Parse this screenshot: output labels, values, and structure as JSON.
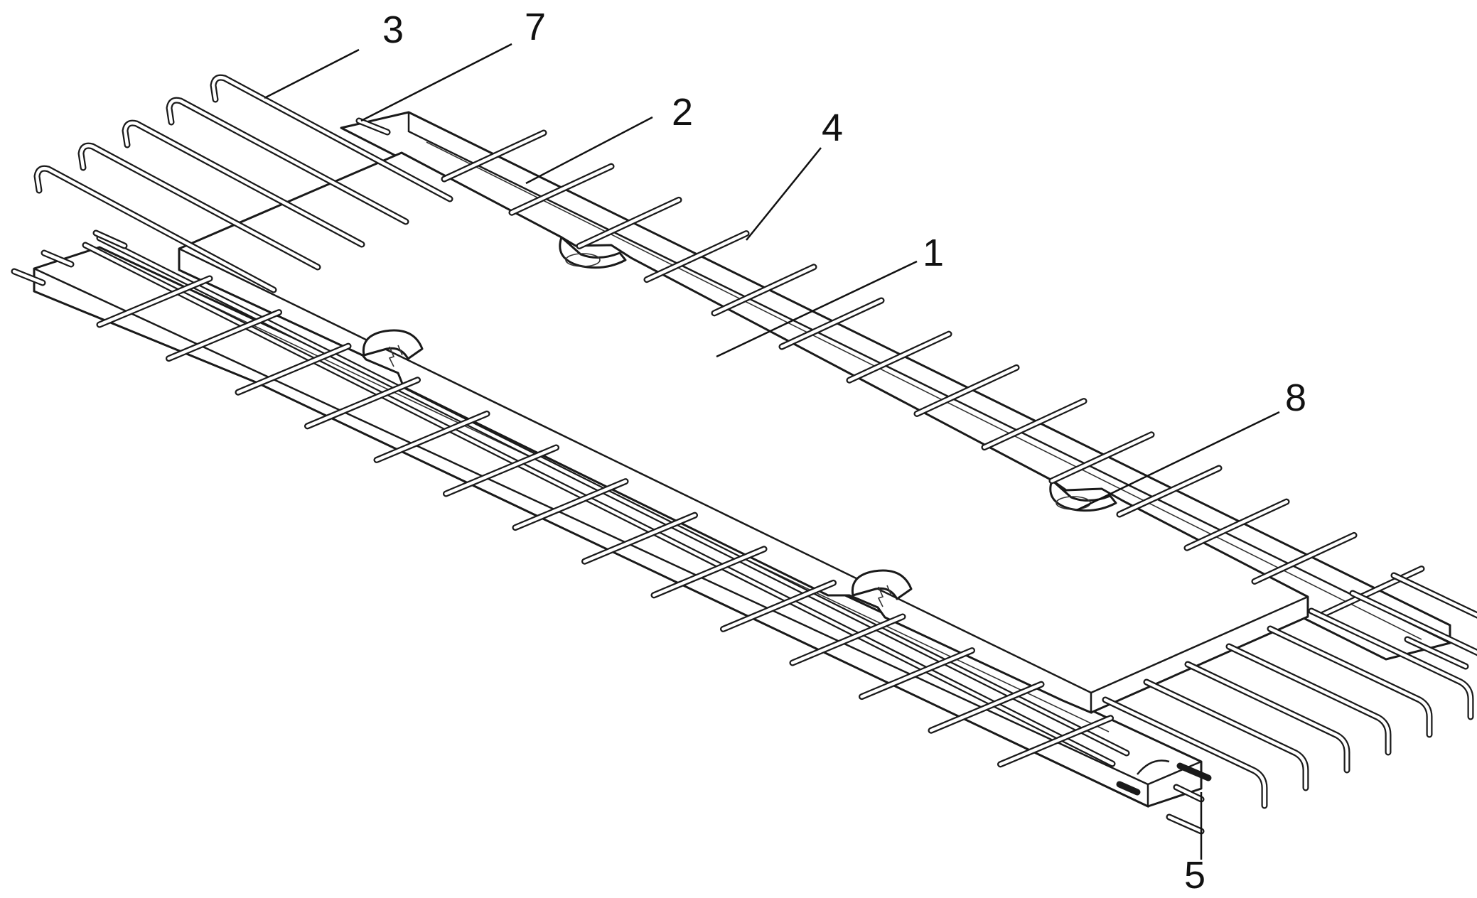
{
  "figure": {
    "callouts": [
      {
        "id": "label-1",
        "text": "1"
      },
      {
        "id": "label-2",
        "text": "2"
      },
      {
        "id": "label-3",
        "text": "3"
      },
      {
        "id": "label-4",
        "text": "4"
      },
      {
        "id": "label-5",
        "text": "5"
      },
      {
        "id": "label-7",
        "text": "7"
      },
      {
        "id": "label-8",
        "text": "8"
      }
    ]
  }
}
